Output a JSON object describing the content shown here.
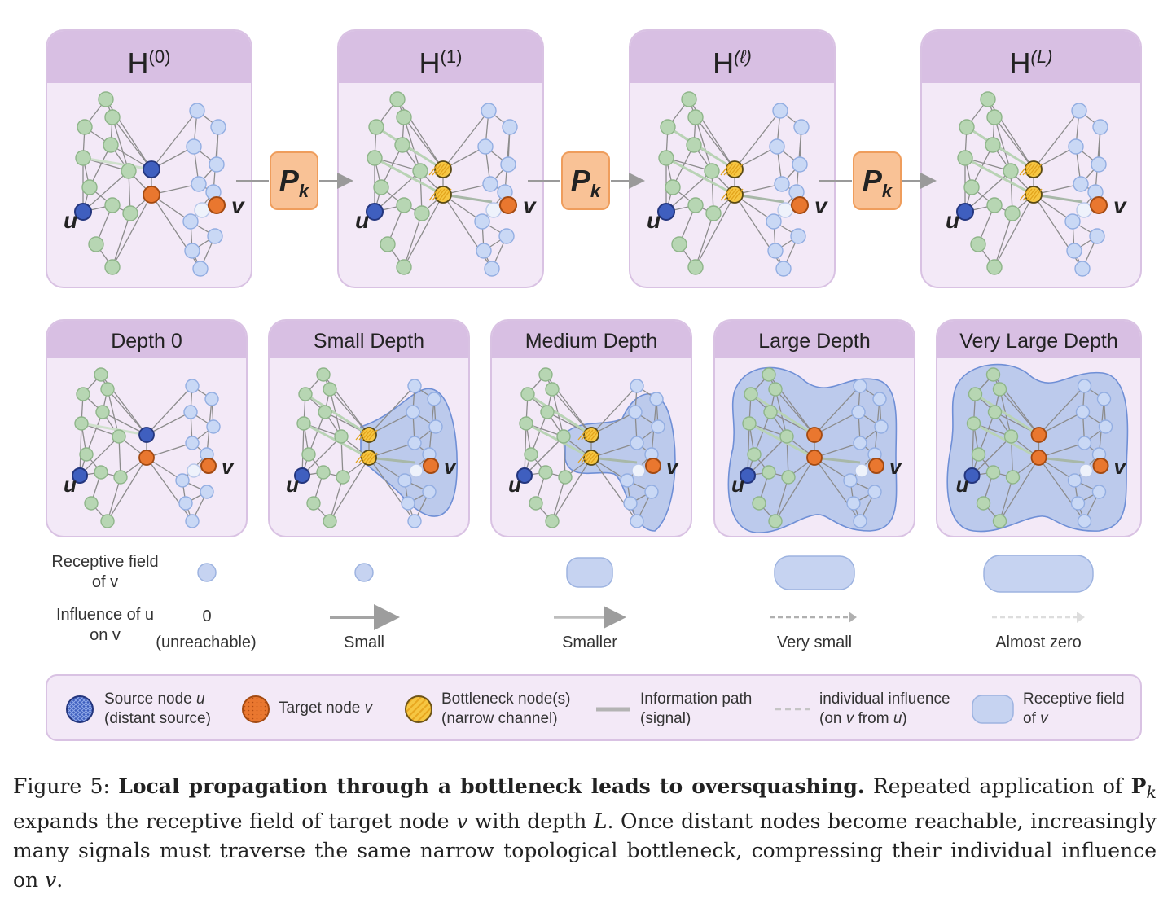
{
  "top_panels": [
    {
      "base": "H",
      "sup": "(0)"
    },
    {
      "base": "H",
      "sup": "(1)"
    },
    {
      "base": "H",
      "sup": "(ℓ)"
    },
    {
      "base": "H",
      "sup": "(L)"
    }
  ],
  "operator": {
    "base": "P",
    "sub": "k"
  },
  "bottom_panels": [
    "Depth 0",
    "Small Depth",
    "Medium Depth",
    "Large Depth",
    "Very Large Depth"
  ],
  "node_labels": {
    "source": "u",
    "target": "v"
  },
  "rows": {
    "receptive_label": "Receptive field of v",
    "influence_label": "Influence of u on v"
  },
  "influence": [
    {
      "value": "0",
      "note": "(unreachable)"
    },
    {
      "note": "Small"
    },
    {
      "note": "Smaller"
    },
    {
      "note": "Very small"
    },
    {
      "note": "Almost zero"
    }
  ],
  "legend": [
    {
      "icon": "source-node-icon",
      "text": "Source node u (distant source)"
    },
    {
      "icon": "target-node-icon",
      "text": "Target node v"
    },
    {
      "icon": "bottleneck-node-icon",
      "text": "Bottleneck node(s) (narrow channel)"
    },
    {
      "icon": "information-path-icon",
      "text": "Information path (signal)"
    },
    {
      "icon": "individual-influence-icon",
      "text": "individual influence (on v from u)"
    },
    {
      "icon": "receptive-field-icon",
      "text": "Receptive field of v"
    }
  ],
  "caption": {
    "label": "Figure 5:",
    "title": "Local propagation through a bottleneck leads to oversquashing.",
    "body": "Repeated application of Pk expands the receptive field of target node v with depth L. Once distant nodes become reachable, increasingly many signals must traverse the same narrow topological bottleneck, compressing their individual influence on v."
  },
  "colors": {
    "panel_bg": "#f3e9f7",
    "panel_header": "#d8bfe3",
    "green_node": "#b7d6b3",
    "blue_node": "#c9d8f5",
    "source": "#3f5fbf",
    "target": "#e9772f",
    "bottleneck": "#f6c642",
    "receptive_field": "#a9bfe8",
    "operator": "#f9c296"
  }
}
